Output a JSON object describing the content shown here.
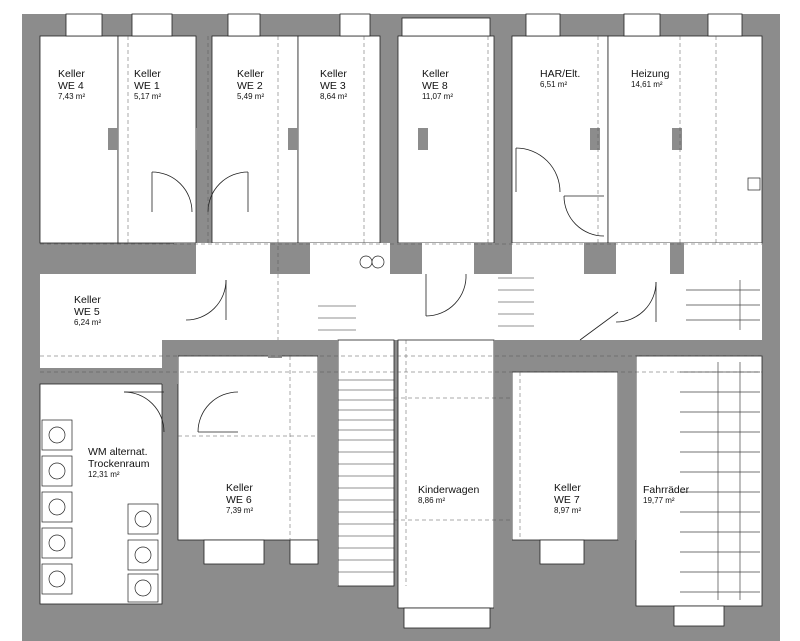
{
  "colors": {
    "wall": "#8c8c8c",
    "floor": "#ffffff",
    "line": "#222222",
    "dash": "#555555"
  },
  "rooms": [
    {
      "id": "we4",
      "lines": [
        "Keller",
        "WE 4"
      ],
      "area": "7,43 m²"
    },
    {
      "id": "we1",
      "lines": [
        "Keller",
        "WE 1"
      ],
      "area": "5,17 m²"
    },
    {
      "id": "we2",
      "lines": [
        "Keller",
        "WE 2"
      ],
      "area": "5,49 m²"
    },
    {
      "id": "we3",
      "lines": [
        "Keller",
        "WE 3"
      ],
      "area": "8,64 m²"
    },
    {
      "id": "we8",
      "lines": [
        "Keller",
        "WE 8"
      ],
      "area": "11,07 m²"
    },
    {
      "id": "har",
      "lines": [
        "HAR/Elt."
      ],
      "area": "6,51 m²"
    },
    {
      "id": "heizung",
      "lines": [
        "Heizung"
      ],
      "area": "14,61 m²"
    },
    {
      "id": "we5",
      "lines": [
        "Keller",
        "WE 5"
      ],
      "area": "6,24 m²"
    },
    {
      "id": "wm",
      "lines": [
        "WM alternat.",
        "Trockenraum"
      ],
      "area": "12,31 m²"
    },
    {
      "id": "we6",
      "lines": [
        "Keller",
        "WE 6"
      ],
      "area": "7,39 m²"
    },
    {
      "id": "kinderwagen",
      "lines": [
        "Kinderwagen"
      ],
      "area": "8,86 m²"
    },
    {
      "id": "we7",
      "lines": [
        "Keller",
        "WE 7"
      ],
      "area": "8,97 m²"
    },
    {
      "id": "fahrraeder",
      "lines": [
        "Fahrräder"
      ],
      "area": "19,77 m²"
    }
  ]
}
